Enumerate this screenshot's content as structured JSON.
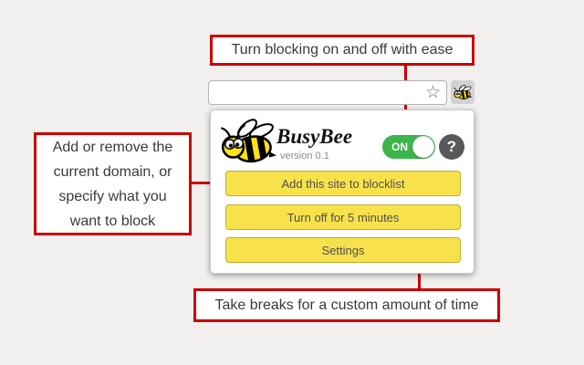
{
  "annotations": {
    "border_color": "#cc0000",
    "top": {
      "text": "Turn blocking on and off with ease"
    },
    "left": {
      "lines": [
        "Add or remove the",
        "current domain, or",
        "specify what you",
        "want to block"
      ]
    },
    "bottom": {
      "text": "Take breaks for a custom amount of time"
    }
  },
  "browser": {
    "star_icon": "☆"
  },
  "popup": {
    "title": "BusyBee",
    "version": "version 0.1",
    "toggle": {
      "state_label": "ON",
      "on_color": "#3cb54a"
    },
    "help_label": "?",
    "button_color": "#f8e24b",
    "buttons": [
      {
        "label": "Add this site to blocklist"
      },
      {
        "label": "Turn off for 5 minutes"
      },
      {
        "label": "Settings"
      }
    ]
  }
}
